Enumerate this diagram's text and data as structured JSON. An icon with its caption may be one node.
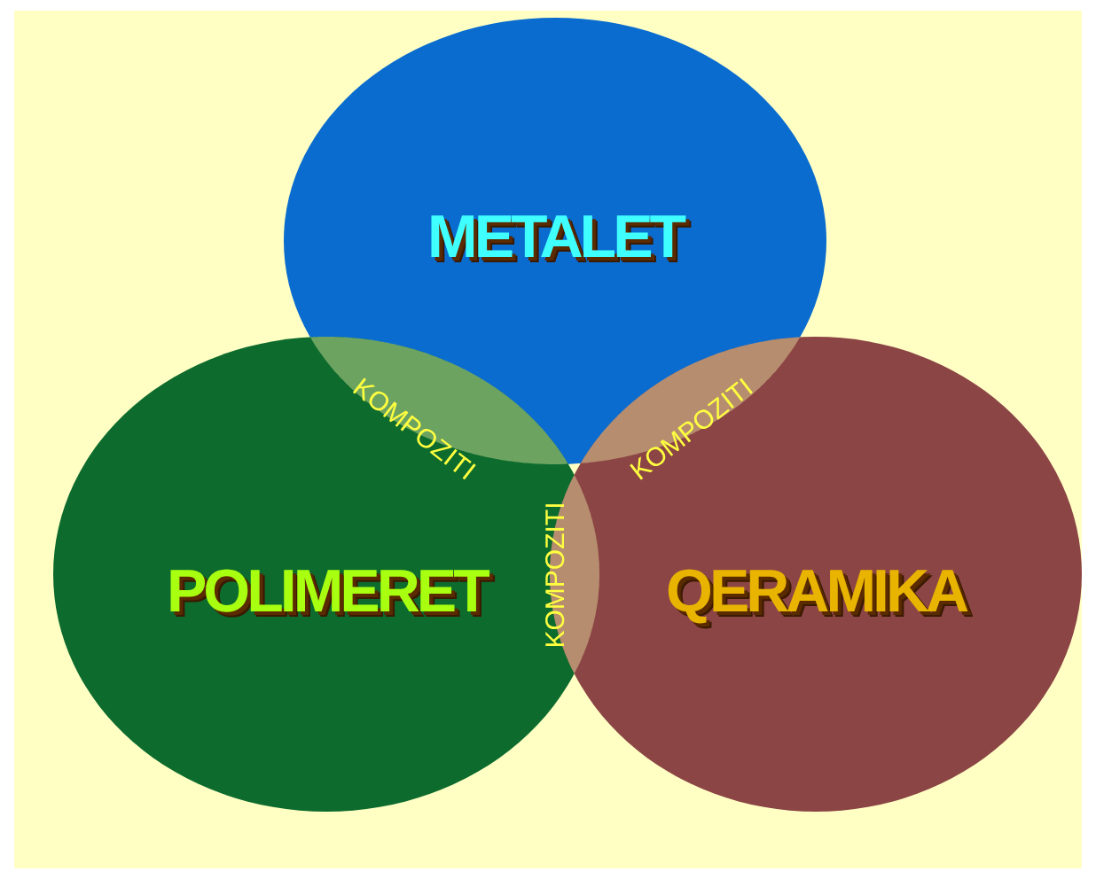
{
  "diagram": {
    "nodes": [
      {
        "text": [
          "METALET"
        ]
      },
      {
        "text": [
          "POLIMERET"
        ]
      },
      {
        "text": [
          "QERAMIKA"
        ]
      },
      {
        "text": [
          "KOMPOZITI"
        ]
      },
      {
        "text": [
          "KOMPOZITI"
        ]
      },
      {
        "text": [
          "KOMPOZITI"
        ]
      }
    ]
  }
}
